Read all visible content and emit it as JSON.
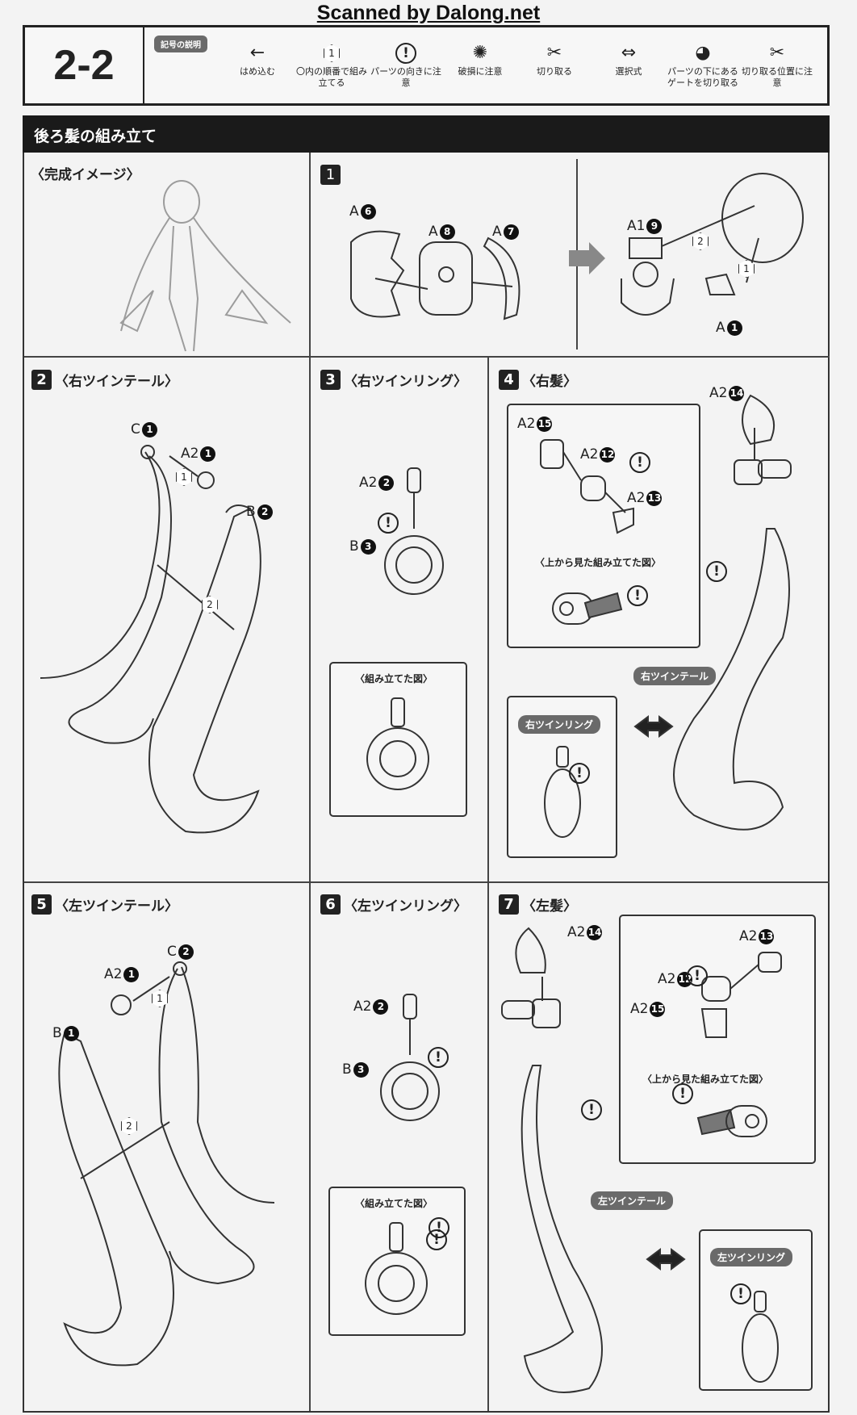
{
  "watermark": "Scanned by Dalong.net",
  "header": {
    "page_number": "2-2",
    "legend_title": "記号の説明",
    "legend": [
      {
        "icon": "arrow-left-icon",
        "glyph": "←",
        "label": "はめ込む"
      },
      {
        "icon": "hexagon-number-icon",
        "glyph": "1",
        "label": "〇内の順番で組み立てる"
      },
      {
        "icon": "exclamation-icon",
        "glyph": "!",
        "label": "パーツの向きに注意"
      },
      {
        "icon": "breakage-icon",
        "glyph": "✺",
        "label": "破損に注意"
      },
      {
        "icon": "cut-icon",
        "glyph": "✂",
        "label": "切り取る"
      },
      {
        "icon": "double-arrow-icon",
        "glyph": "⇔",
        "label": "選択式"
      },
      {
        "icon": "gate-under-part-icon",
        "glyph": "◕",
        "label": "パーツの下にあるゲートを切り取る"
      },
      {
        "icon": "cut-position-icon",
        "glyph": "✂",
        "label": "切り取る位置に注意"
      }
    ]
  },
  "section_title": "後ろ髪の組み立て",
  "panels": {
    "complete": {
      "title": "〈完成イメージ〉"
    },
    "p1": {
      "step": "1",
      "parts": [
        {
          "g": "A",
          "n": "6"
        },
        {
          "g": "A",
          "n": "8"
        },
        {
          "g": "A",
          "n": "7"
        },
        {
          "g": "A1",
          "n": "9"
        },
        {
          "g": "A",
          "n": "1"
        }
      ],
      "order": [
        "2",
        "1"
      ]
    },
    "p2": {
      "step": "2",
      "title": "〈右ツインテール〉",
      "parts": [
        {
          "g": "C",
          "n": "1"
        },
        {
          "g": "A2",
          "n": "1"
        },
        {
          "g": "B",
          "n": "2"
        }
      ],
      "order": [
        "1",
        "2"
      ]
    },
    "p3": {
      "step": "3",
      "title": "〈右ツインリング〉",
      "parts": [
        {
          "g": "A2",
          "n": "2"
        },
        {
          "g": "B",
          "n": "3"
        }
      ],
      "box_caption": "〈組み立てた図〉"
    },
    "p4": {
      "step": "4",
      "title": "〈右髪〉",
      "parts": [
        {
          "g": "A2",
          "n": "14"
        },
        {
          "g": "A2",
          "n": "15"
        },
        {
          "g": "A2",
          "n": "12"
        },
        {
          "g": "A2",
          "n": "13"
        }
      ],
      "box_caption": "〈上から見た組み立てた図〉",
      "badge_tail": "右ツインテール",
      "badge_ring": "右ツインリング"
    },
    "p5": {
      "step": "5",
      "title": "〈左ツインテール〉",
      "parts": [
        {
          "g": "A2",
          "n": "1"
        },
        {
          "g": "C",
          "n": "2"
        },
        {
          "g": "B",
          "n": "1"
        }
      ],
      "order": [
        "1",
        "2"
      ]
    },
    "p6": {
      "step": "6",
      "title": "〈左ツインリング〉",
      "parts": [
        {
          "g": "A2",
          "n": "2"
        },
        {
          "g": "B",
          "n": "3"
        }
      ],
      "box_caption": "〈組み立てた図〉"
    },
    "p7": {
      "step": "7",
      "title": "〈左髪〉",
      "parts": [
        {
          "g": "A2",
          "n": "14"
        },
        {
          "g": "A2",
          "n": "13"
        },
        {
          "g": "A2",
          "n": "12"
        },
        {
          "g": "A2",
          "n": "15"
        }
      ],
      "box_caption": "〈上から見た組み立てた図〉",
      "badge_tail": "左ツインテール",
      "badge_ring": "左ツインリング"
    }
  }
}
